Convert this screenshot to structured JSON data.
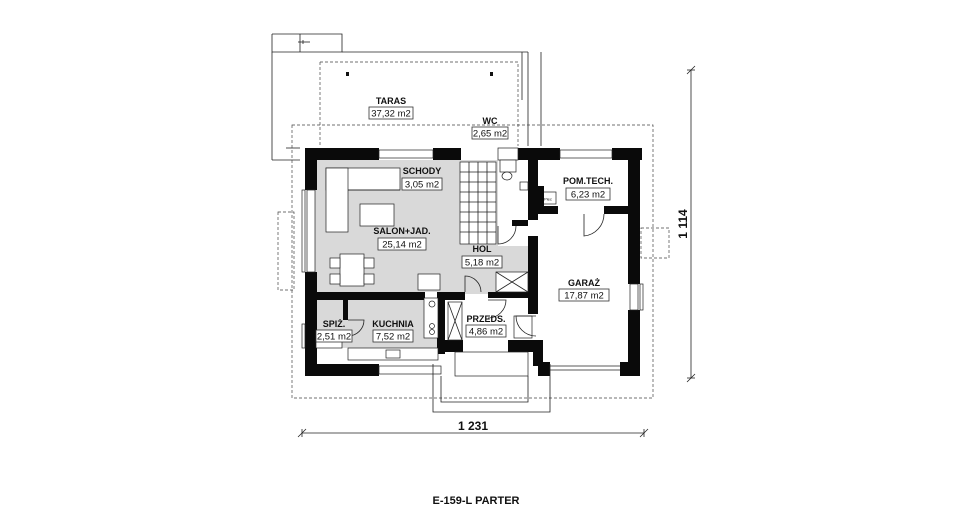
{
  "plan_title": "E-159-L PARTER",
  "dimensions": {
    "width": "1 231",
    "depth": "1 114"
  },
  "rooms": [
    {
      "id": "taras",
      "name": "TARAS",
      "area": "37,32 m2"
    },
    {
      "id": "wc",
      "name": "WC",
      "area": "2,65 m2"
    },
    {
      "id": "schody",
      "name": "SCHODY",
      "area": "3,05 m2"
    },
    {
      "id": "salon",
      "name": "SALON+JAD.",
      "area": "25,14 m2"
    },
    {
      "id": "hol",
      "name": "HOL",
      "area": "5,18 m2"
    },
    {
      "id": "pomtech",
      "name": "POM.TECH.",
      "area": "6,23 m2"
    },
    {
      "id": "garaz",
      "name": "GARAŻ",
      "area": "17,87 m2"
    },
    {
      "id": "spiz",
      "name": "SPIŻ.",
      "area": "2,51 m2"
    },
    {
      "id": "kuchnia",
      "name": "KUCHNIA",
      "area": "7,52 m2"
    },
    {
      "id": "przeds",
      "name": "PRZEDS.",
      "area": "4,86 m2"
    }
  ],
  "equipment_label": "Piec"
}
